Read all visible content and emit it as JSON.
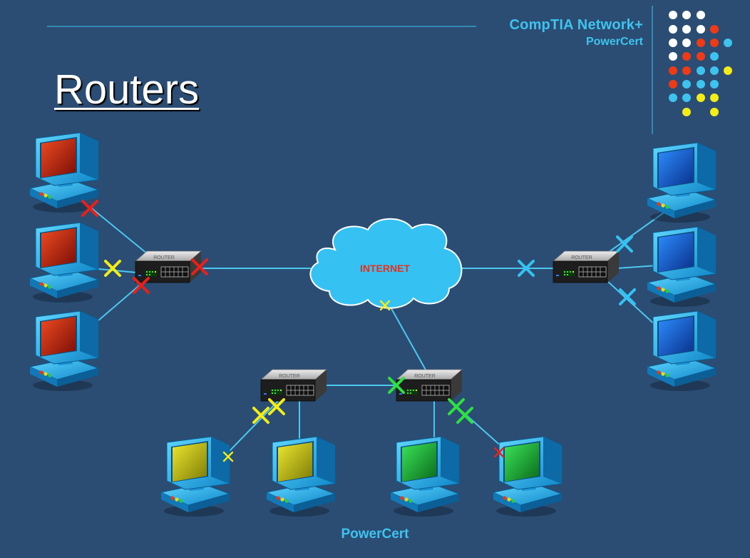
{
  "header": {
    "brand_line1": "CompTIA Network+",
    "brand_line2": "PowerCert"
  },
  "slide": {
    "title": "Routers"
  },
  "diagram": {
    "cloud_label": "INTERNET",
    "router_label": "ROUTER",
    "lan_colors": {
      "left": "#d42a14",
      "right": "#1a6fe0",
      "bottom_left": "#d6d21a",
      "bottom_right": "#22c83a"
    }
  },
  "footer": {
    "text": "PowerCert"
  },
  "colors": {
    "background": "#2c4d73",
    "accent": "#3ec3ee",
    "link": "#4cc8f0"
  }
}
